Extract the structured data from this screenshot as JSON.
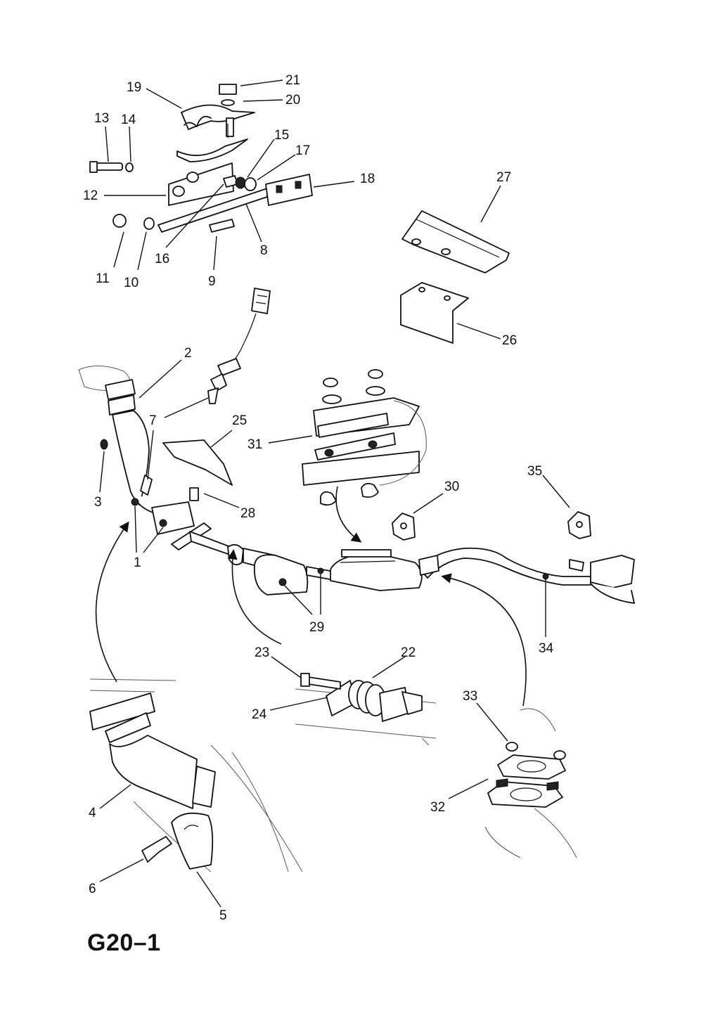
{
  "diagram": {
    "code": "G20–1",
    "callouts": [
      "1",
      "1",
      "2",
      "3",
      "4",
      "5",
      "6",
      "7",
      "8",
      "9",
      "10",
      "11",
      "12",
      "13",
      "14",
      "15",
      "16",
      "17",
      "18",
      "19",
      "20",
      "21",
      "22",
      "23",
      "24",
      "25",
      "26",
      "27",
      "28",
      "29",
      "29",
      "30",
      "31",
      "32",
      "33",
      "34",
      "35"
    ]
  }
}
